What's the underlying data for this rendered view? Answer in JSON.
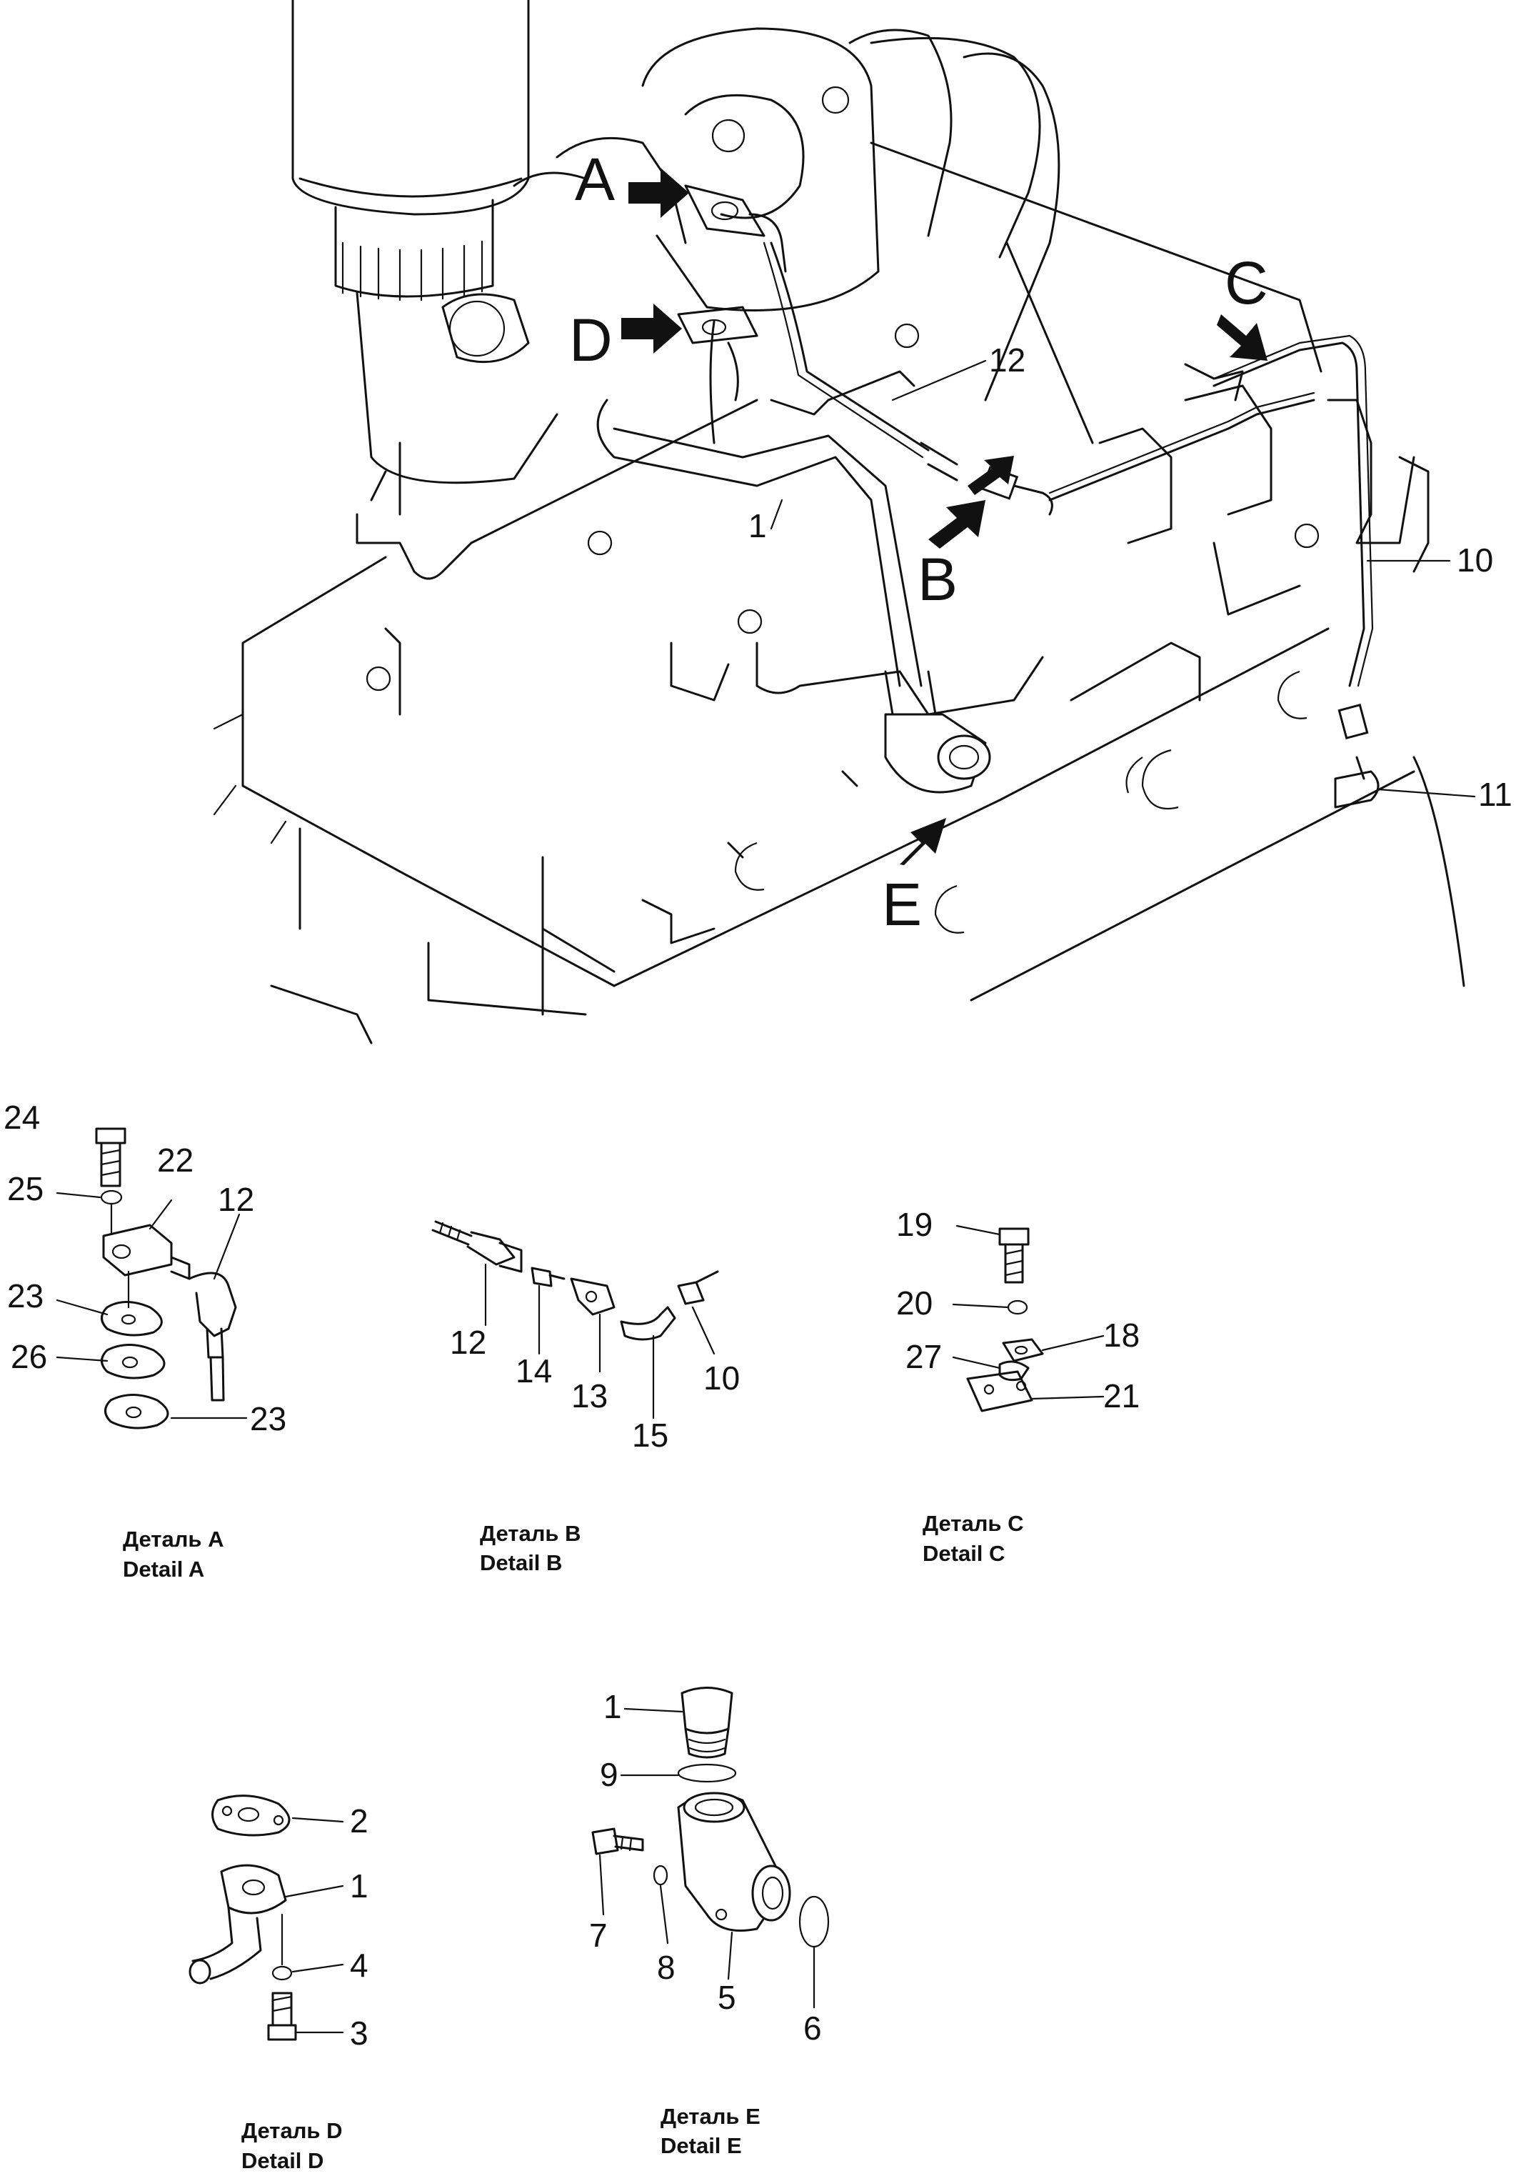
{
  "main_view": {
    "detail_markers": [
      "A",
      "B",
      "C",
      "D",
      "E"
    ],
    "callouts": [
      "12",
      "1",
      "10",
      "11"
    ]
  },
  "detail_a": {
    "caption_ru": "Деталь А",
    "caption_en": "Detail A",
    "callouts": [
      "24",
      "25",
      "22",
      "12",
      "23",
      "26",
      "23"
    ]
  },
  "detail_b": {
    "caption_ru": "Деталь В",
    "caption_en": "Detail B",
    "callouts": [
      "12",
      "14",
      "13",
      "15",
      "10"
    ]
  },
  "detail_c": {
    "caption_ru": "Деталь С",
    "caption_en": "Detail C",
    "callouts": [
      "19",
      "20",
      "18",
      "27",
      "21"
    ]
  },
  "detail_d": {
    "caption_ru": "Деталь D",
    "caption_en": "Detail D",
    "callouts": [
      "2",
      "1",
      "4",
      "3"
    ]
  },
  "detail_e": {
    "caption_ru": "Деталь E",
    "caption_en": "Detail E",
    "callouts": [
      "1",
      "9",
      "7",
      "8",
      "5",
      "6"
    ]
  }
}
